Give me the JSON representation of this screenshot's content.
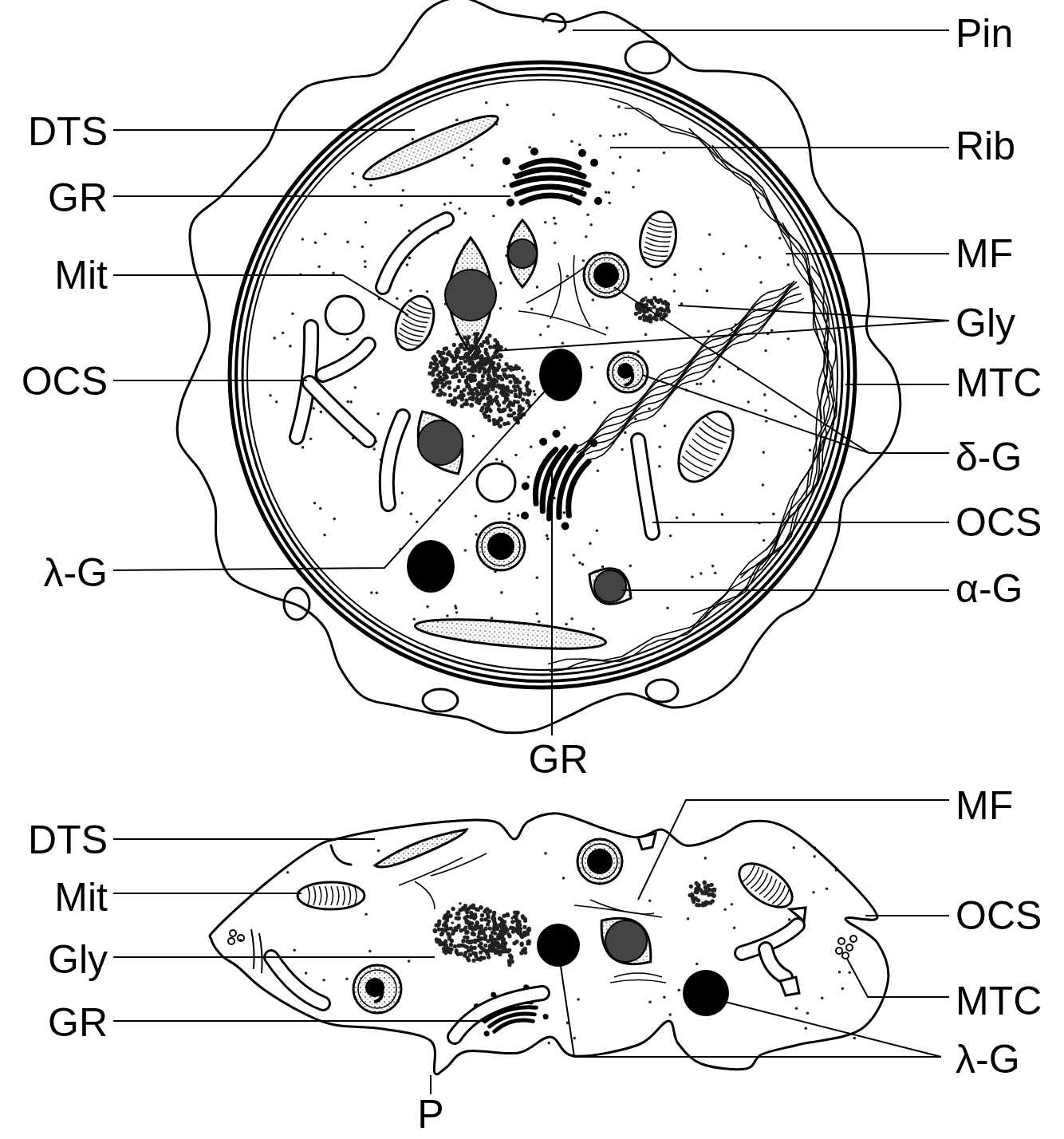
{
  "diagram": {
    "labels": [
      "Pin",
      "DTS",
      "Rib",
      "GR",
      "MF",
      "Mit",
      "Gly",
      "OCS",
      "MTC",
      "δ-G",
      "OCS",
      "λ-G",
      "α-G",
      "GR",
      "MF",
      "DTS",
      "Mit",
      "OCS",
      "Gly",
      "MTC",
      "GR",
      "λ-G",
      "P"
    ]
  }
}
